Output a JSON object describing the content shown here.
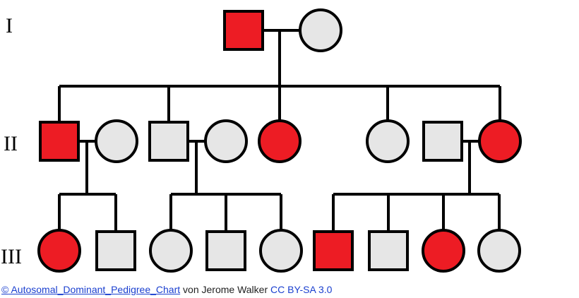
{
  "colors": {
    "affected": "#ed1c24",
    "unaffected": "#e6e6e6",
    "line": "#000000",
    "link": "#1a3fcf"
  },
  "generations": [
    {
      "label": "I"
    },
    {
      "label": "II"
    },
    {
      "label": "III"
    }
  ],
  "members": [
    {
      "id": "I-1",
      "generation": "I",
      "sex": "male",
      "affected": true
    },
    {
      "id": "I-2",
      "generation": "I",
      "sex": "female",
      "affected": false
    },
    {
      "id": "II-1",
      "generation": "II",
      "sex": "male",
      "affected": true
    },
    {
      "id": "II-2",
      "generation": "II",
      "sex": "female",
      "affected": false
    },
    {
      "id": "II-3",
      "generation": "II",
      "sex": "male",
      "affected": false
    },
    {
      "id": "II-4",
      "generation": "II",
      "sex": "female",
      "affected": false
    },
    {
      "id": "II-5",
      "generation": "II",
      "sex": "female",
      "affected": true
    },
    {
      "id": "II-6",
      "generation": "II",
      "sex": "female",
      "affected": false
    },
    {
      "id": "II-7",
      "generation": "II",
      "sex": "male",
      "affected": false
    },
    {
      "id": "II-8",
      "generation": "II",
      "sex": "female",
      "affected": true
    },
    {
      "id": "III-1",
      "generation": "III",
      "sex": "female",
      "affected": true
    },
    {
      "id": "III-2",
      "generation": "III",
      "sex": "male",
      "affected": false
    },
    {
      "id": "III-3",
      "generation": "III",
      "sex": "female",
      "affected": false
    },
    {
      "id": "III-4",
      "generation": "III",
      "sex": "male",
      "affected": false
    },
    {
      "id": "III-5",
      "generation": "III",
      "sex": "female",
      "affected": false
    },
    {
      "id": "III-6",
      "generation": "III",
      "sex": "male",
      "affected": true
    },
    {
      "id": "III-7",
      "generation": "III",
      "sex": "male",
      "affected": false
    },
    {
      "id": "III-8",
      "generation": "III",
      "sex": "female",
      "affected": true
    },
    {
      "id": "III-9",
      "generation": "III",
      "sex": "female",
      "affected": false
    }
  ],
  "credit": {
    "copyright": "©",
    "title": " Autosomal_Dominant_Pedigree_Chart",
    "author": " von Jerome Walker ",
    "license": "CC BY-SA 3.0"
  }
}
